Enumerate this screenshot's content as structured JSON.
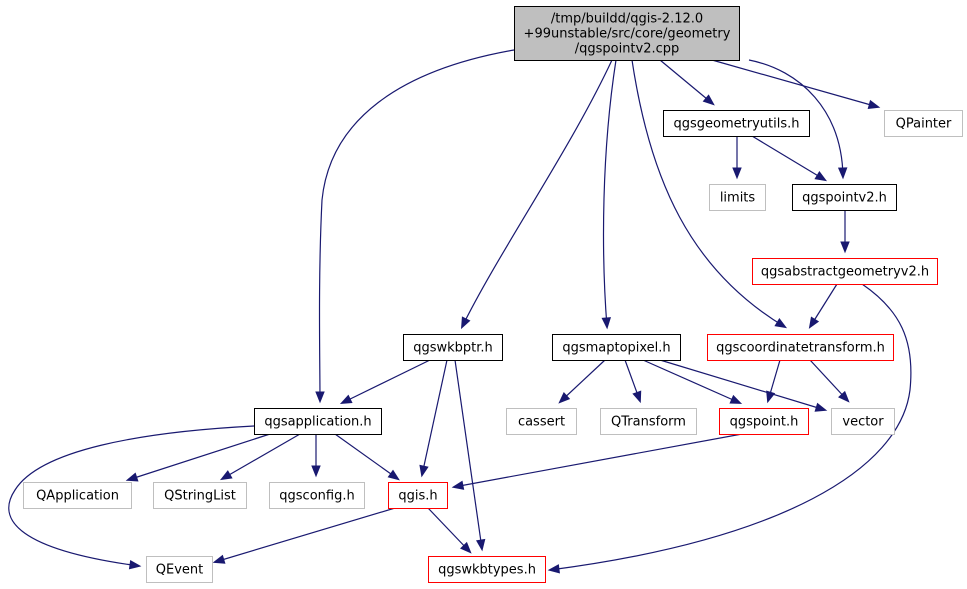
{
  "graph": {
    "colors": {
      "edge": "#191970",
      "root_fill": "#bfbfbf",
      "root_border": "#000000",
      "documented_border": "#000000",
      "partial_border": "#ff0000",
      "external_border": "#bfbfbf",
      "external_text": "#555555"
    },
    "nodes": [
      {
        "id": "root",
        "kind": "root",
        "lines": [
          "/tmp/buildd/qgis-2.12.0",
          "+99unstable/src/core/geometry",
          "/qgspointv2.cpp"
        ]
      },
      {
        "id": "qgsgeometryutils",
        "kind": "documented",
        "lines": [
          "qgsgeometryutils.h"
        ]
      },
      {
        "id": "qpainter",
        "kind": "external",
        "lines": [
          "QPainter"
        ]
      },
      {
        "id": "limits",
        "kind": "external",
        "lines": [
          "limits"
        ]
      },
      {
        "id": "qgspointv2",
        "kind": "documented",
        "lines": [
          "qgspointv2.h"
        ]
      },
      {
        "id": "qgsabstractgeometryv2",
        "kind": "partial",
        "lines": [
          "qgsabstractgeometryv2.h"
        ]
      },
      {
        "id": "qgswkbptr",
        "kind": "documented",
        "lines": [
          "qgswkbptr.h"
        ]
      },
      {
        "id": "qgsmaptopixel",
        "kind": "documented",
        "lines": [
          "qgsmaptopixel.h"
        ]
      },
      {
        "id": "qgscoordinatetransform",
        "kind": "partial",
        "lines": [
          "qgscoordinatetransform.h"
        ]
      },
      {
        "id": "qgsapplication",
        "kind": "documented",
        "lines": [
          "qgsapplication.h"
        ]
      },
      {
        "id": "cassert",
        "kind": "external",
        "lines": [
          "cassert"
        ]
      },
      {
        "id": "qtransform",
        "kind": "external",
        "lines": [
          "QTransform"
        ]
      },
      {
        "id": "qgspoint",
        "kind": "partial",
        "lines": [
          "qgspoint.h"
        ]
      },
      {
        "id": "vector",
        "kind": "external",
        "lines": [
          "vector"
        ]
      },
      {
        "id": "qapplication",
        "kind": "external",
        "lines": [
          "QApplication"
        ]
      },
      {
        "id": "qstringlist",
        "kind": "external",
        "lines": [
          "QStringList"
        ]
      },
      {
        "id": "qgsconfig",
        "kind": "external",
        "lines": [
          "qgsconfig.h"
        ]
      },
      {
        "id": "qgis",
        "kind": "partial",
        "lines": [
          "qgis.h"
        ]
      },
      {
        "id": "qevent",
        "kind": "external",
        "lines": [
          "QEvent"
        ]
      },
      {
        "id": "qgswkbtypes",
        "kind": "partial",
        "lines": [
          "qgswkbtypes.h"
        ]
      }
    ],
    "edges": [
      {
        "from": "root",
        "to": "qgsgeometryutils"
      },
      {
        "from": "root",
        "to": "qpainter"
      },
      {
        "from": "root",
        "to": "qgspointv2"
      },
      {
        "from": "root",
        "to": "qgswkbptr"
      },
      {
        "from": "root",
        "to": "qgsmaptopixel"
      },
      {
        "from": "root",
        "to": "qgscoordinatetransform"
      },
      {
        "from": "root",
        "to": "qgsapplication"
      },
      {
        "from": "qgsgeometryutils",
        "to": "limits"
      },
      {
        "from": "qgsgeometryutils",
        "to": "qgspointv2"
      },
      {
        "from": "qgspointv2",
        "to": "qgsabstractgeometryv2"
      },
      {
        "from": "qgsabstractgeometryv2",
        "to": "qgscoordinatetransform"
      },
      {
        "from": "qgsabstractgeometryv2",
        "to": "qgswkbtypes"
      },
      {
        "from": "qgswkbptr",
        "to": "qgsapplication"
      },
      {
        "from": "qgswkbptr",
        "to": "qgis"
      },
      {
        "from": "qgswkbptr",
        "to": "qgswkbtypes"
      },
      {
        "from": "qgsmaptopixel",
        "to": "cassert"
      },
      {
        "from": "qgsmaptopixel",
        "to": "qtransform"
      },
      {
        "from": "qgsmaptopixel",
        "to": "qgspoint"
      },
      {
        "from": "qgsmaptopixel",
        "to": "vector"
      },
      {
        "from": "qgscoordinatetransform",
        "to": "qgspoint"
      },
      {
        "from": "qgscoordinatetransform",
        "to": "vector"
      },
      {
        "from": "qgsapplication",
        "to": "qapplication"
      },
      {
        "from": "qgsapplication",
        "to": "qstringlist"
      },
      {
        "from": "qgsapplication",
        "to": "qgsconfig"
      },
      {
        "from": "qgsapplication",
        "to": "qgis"
      },
      {
        "from": "qgsapplication",
        "to": "qevent"
      },
      {
        "from": "qgspoint",
        "to": "qgis"
      },
      {
        "from": "qgis",
        "to": "qevent"
      },
      {
        "from": "qgis",
        "to": "qgswkbtypes"
      }
    ]
  }
}
